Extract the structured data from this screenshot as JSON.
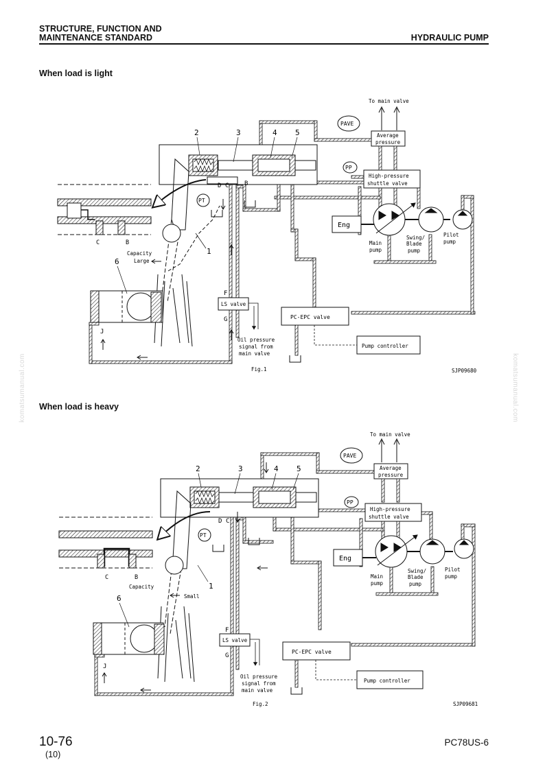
{
  "header": {
    "section_line1": "STRUCTURE, FUNCTION AND",
    "section_line2": "MAINTENANCE STANDARD",
    "title": "HYDRAULIC PUMP"
  },
  "watermark": "komatsumanual.com",
  "footer": {
    "page": "10-76",
    "page_sub": "(10)",
    "model": "PC78US-6"
  },
  "fig1": {
    "heading": "When load is light",
    "labels": {
      "to_main_valve": "To main valve",
      "pave": "PAVE",
      "average_pressure_1": "Average",
      "average_pressure_2": "pressure",
      "pp": "PP",
      "hp_shuttle_1": "High-pressure",
      "hp_shuttle_2": "shuttle valve",
      "eng": "Eng",
      "main_pump_1": "Main",
      "main_pump_2": "pump",
      "swing_1": "Swing/",
      "swing_2": "Blade",
      "swing_3": "pump",
      "pilot_1": "Pilot",
      "pilot_2": "pump",
      "pt": "PT",
      "n1": "1",
      "n2": "2",
      "n3": "3",
      "n4": "4",
      "n5": "5",
      "n6": "6",
      "c": "C",
      "b": "B",
      "d": "D",
      "f": "F",
      "g": "G",
      "j": "J",
      "capacity": "Capacity",
      "capacity_state": "Large",
      "ls_valve": "LS valve",
      "pc_epc": "PC-EPC valve",
      "pump_controller": "Pump controller",
      "oil_1": "Oil pressure",
      "oil_2": "signal from",
      "oil_3": "main valve",
      "caption": "Fig.1",
      "code": "SJP09680"
    }
  },
  "fig2": {
    "heading": "When load is heavy",
    "labels": {
      "to_main_valve": "To main valve",
      "pave": "PAVE",
      "average_pressure_1": "Average",
      "average_pressure_2": "pressure",
      "pp": "PP",
      "hp_shuttle_1": "High-pressure",
      "hp_shuttle_2": "shuttle valve",
      "eng": "Eng",
      "main_pump_1": "Main",
      "main_pump_2": "pump",
      "swing_1": "Swing/",
      "swing_2": "Blade",
      "swing_3": "pump",
      "pilot_1": "Pilot",
      "pilot_2": "pump",
      "pt": "PT",
      "n1": "1",
      "n2": "2",
      "n3": "3",
      "n4": "4",
      "n5": "5",
      "n6": "6",
      "c": "C",
      "b": "B",
      "d": "D",
      "f": "F",
      "g": "G",
      "j": "J",
      "capacity": "Capacity",
      "capacity_state": "Small",
      "ls_valve": "LS valve",
      "pc_epc": "PC-EPC valve",
      "pump_controller": "Pump controller",
      "oil_1": "Oil pressure",
      "oil_2": "signal from",
      "oil_3": "main valve",
      "caption": "Fig.2",
      "code": "SJP09681"
    }
  }
}
